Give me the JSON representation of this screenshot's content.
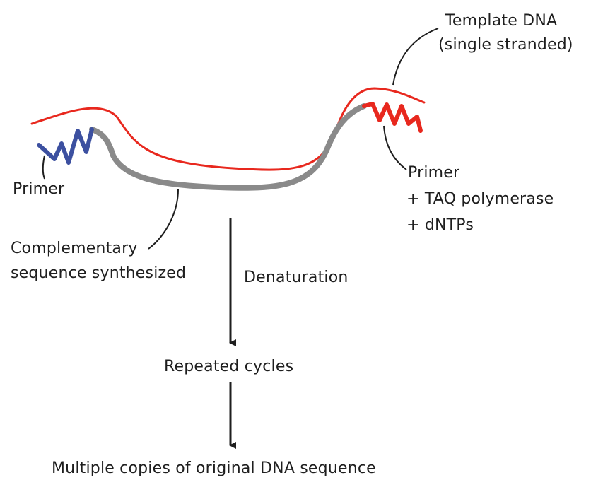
{
  "labels": {
    "template_line1": "Template DNA",
    "template_line2": "(single stranded)",
    "primer_left": "Primer",
    "primer_right": "Primer",
    "polymerase": "+ TAQ polymerase",
    "dntps": "+ dNTPs",
    "complementary_line1": "Complementary",
    "complementary_line2": "sequence synthesized",
    "denaturation": "Denaturation",
    "repeated_cycles": "Repeated cycles",
    "result": "Multiple copies of original DNA sequence"
  },
  "colors": {
    "template_strand": "#e8281e",
    "right_primer": "#e8281e",
    "left_primer": "#3c50a0",
    "synthesized_strand": "#8a8a8a",
    "text": "#1e1e1e"
  }
}
